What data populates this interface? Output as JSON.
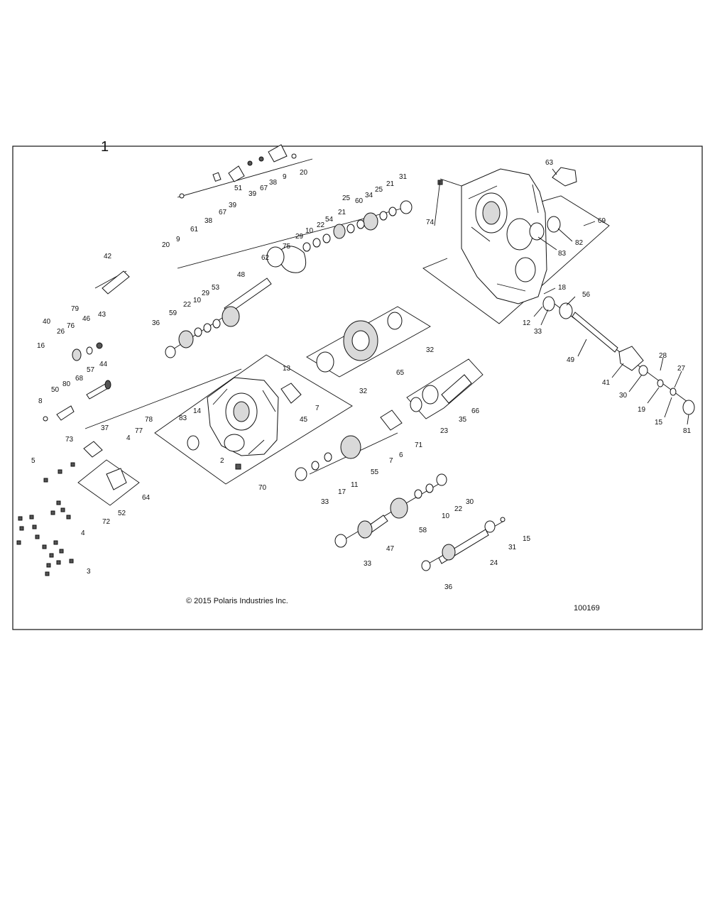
{
  "diagram": {
    "assembly_number": "1",
    "copyright": "© 2015 Polaris Industries Inc.",
    "figure_id": "100169",
    "callouts": [
      {
        "id": "c1",
        "text": "63"
      },
      {
        "id": "c2",
        "text": "69"
      },
      {
        "id": "c3",
        "text": "74"
      },
      {
        "id": "c4",
        "text": "82"
      },
      {
        "id": "c5",
        "text": "83"
      },
      {
        "id": "c6",
        "text": "18"
      },
      {
        "id": "c7",
        "text": "56"
      },
      {
        "id": "c8",
        "text": "12"
      },
      {
        "id": "c9",
        "text": "33"
      },
      {
        "id": "c10",
        "text": "49"
      },
      {
        "id": "c11",
        "text": "28"
      },
      {
        "id": "c12",
        "text": "27"
      },
      {
        "id": "c13",
        "text": "41"
      },
      {
        "id": "c14",
        "text": "30"
      },
      {
        "id": "c15",
        "text": "19"
      },
      {
        "id": "c16",
        "text": "15"
      },
      {
        "id": "c17",
        "text": "81"
      },
      {
        "id": "c18",
        "text": "20"
      },
      {
        "id": "c19",
        "text": "9"
      },
      {
        "id": "c20",
        "text": "38"
      },
      {
        "id": "c21",
        "text": "67"
      },
      {
        "id": "c22",
        "text": "39"
      },
      {
        "id": "c23",
        "text": "51"
      },
      {
        "id": "c24",
        "text": "39"
      },
      {
        "id": "c25",
        "text": "67"
      },
      {
        "id": "c26",
        "text": "38"
      },
      {
        "id": "c27",
        "text": "61"
      },
      {
        "id": "c28",
        "text": "9"
      },
      {
        "id": "c29",
        "text": "20"
      },
      {
        "id": "c30",
        "text": "31"
      },
      {
        "id": "c31",
        "text": "21"
      },
      {
        "id": "c32",
        "text": "25"
      },
      {
        "id": "c33",
        "text": "34"
      },
      {
        "id": "c34",
        "text": "60"
      },
      {
        "id": "c35",
        "text": "25"
      },
      {
        "id": "c36",
        "text": "21"
      },
      {
        "id": "c37",
        "text": "54"
      },
      {
        "id": "c38",
        "text": "22"
      },
      {
        "id": "c39",
        "text": "10"
      },
      {
        "id": "c40",
        "text": "29"
      },
      {
        "id": "c41",
        "text": "75"
      },
      {
        "id": "c42",
        "text": "62"
      },
      {
        "id": "c43",
        "text": "48"
      },
      {
        "id": "c44",
        "text": "53"
      },
      {
        "id": "c45",
        "text": "29"
      },
      {
        "id": "c46",
        "text": "10"
      },
      {
        "id": "c47",
        "text": "22"
      },
      {
        "id": "c48",
        "text": "59"
      },
      {
        "id": "c49",
        "text": "36"
      },
      {
        "id": "c50",
        "text": "42"
      },
      {
        "id": "c51",
        "text": "79"
      },
      {
        "id": "c52",
        "text": "40"
      },
      {
        "id": "c53",
        "text": "46"
      },
      {
        "id": "c54",
        "text": "43"
      },
      {
        "id": "c55",
        "text": "76"
      },
      {
        "id": "c56",
        "text": "26"
      },
      {
        "id": "c57",
        "text": "16"
      },
      {
        "id": "c58",
        "text": "44"
      },
      {
        "id": "c59",
        "text": "57"
      },
      {
        "id": "c60",
        "text": "68"
      },
      {
        "id": "c61",
        "text": "80"
      },
      {
        "id": "c62",
        "text": "50"
      },
      {
        "id": "c63",
        "text": "8"
      },
      {
        "id": "c64",
        "text": "37"
      },
      {
        "id": "c65",
        "text": "32"
      },
      {
        "id": "c66",
        "text": "65"
      },
      {
        "id": "c67",
        "text": "32"
      },
      {
        "id": "c68",
        "text": "13"
      },
      {
        "id": "c69",
        "text": "7"
      },
      {
        "id": "c70",
        "text": "45"
      },
      {
        "id": "c71",
        "text": "14"
      },
      {
        "id": "c72",
        "text": "83"
      },
      {
        "id": "c73",
        "text": "78"
      },
      {
        "id": "c74",
        "text": "77"
      },
      {
        "id": "c75",
        "text": "4"
      },
      {
        "id": "c76",
        "text": "73"
      },
      {
        "id": "c77",
        "text": "5"
      },
      {
        "id": "c78",
        "text": "2"
      },
      {
        "id": "c79",
        "text": "70"
      },
      {
        "id": "c80",
        "text": "64"
      },
      {
        "id": "c81",
        "text": "52"
      },
      {
        "id": "c82",
        "text": "72"
      },
      {
        "id": "c83",
        "text": "4"
      },
      {
        "id": "c84",
        "text": "3"
      },
      {
        "id": "c85",
        "text": "66"
      },
      {
        "id": "c86",
        "text": "35"
      },
      {
        "id": "c87",
        "text": "23"
      },
      {
        "id": "c88",
        "text": "71"
      },
      {
        "id": "c89",
        "text": "6"
      },
      {
        "id": "c90",
        "text": "7"
      },
      {
        "id": "c91",
        "text": "55"
      },
      {
        "id": "c92",
        "text": "11"
      },
      {
        "id": "c93",
        "text": "17"
      },
      {
        "id": "c94",
        "text": "33"
      },
      {
        "id": "c95",
        "text": "30"
      },
      {
        "id": "c96",
        "text": "22"
      },
      {
        "id": "c97",
        "text": "10"
      },
      {
        "id": "c98",
        "text": "58"
      },
      {
        "id": "c99",
        "text": "47"
      },
      {
        "id": "c100",
        "text": "33"
      },
      {
        "id": "c101",
        "text": "15"
      },
      {
        "id": "c102",
        "text": "31"
      },
      {
        "id": "c103",
        "text": "24"
      },
      {
        "id": "c104",
        "text": "36"
      }
    ]
  }
}
